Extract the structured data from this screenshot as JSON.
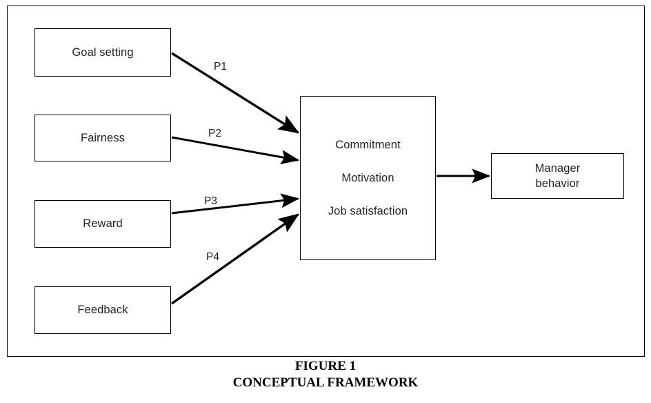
{
  "figure": {
    "caption_title": "FIGURE 1",
    "caption_subtitle": "CONCEPTUAL FRAMEWORK"
  },
  "diagram": {
    "type": "conceptual-framework",
    "antecedents": [
      {
        "id": "goal-setting",
        "label": "Goal setting"
      },
      {
        "id": "fairness",
        "label": "Fairness"
      },
      {
        "id": "reward",
        "label": "Reward"
      },
      {
        "id": "feedback",
        "label": "Feedback"
      }
    ],
    "mediators": {
      "lines": [
        "Commitment",
        "Motivation",
        "Job satisfaction"
      ]
    },
    "outcome": {
      "id": "manager-behavior",
      "label": "Manager\nbehavior"
    },
    "propositions": [
      {
        "id": "p1",
        "label": "P1",
        "from": "goal-setting",
        "to": "mediators"
      },
      {
        "id": "p2",
        "label": "P2",
        "from": "fairness",
        "to": "mediators"
      },
      {
        "id": "p3",
        "label": "P3",
        "from": "reward",
        "to": "mediators"
      },
      {
        "id": "p4",
        "label": "P4",
        "from": "feedback",
        "to": "mediators"
      }
    ],
    "colors": {
      "stroke": "#000000",
      "text": "#231f20",
      "background": "#ffffff"
    }
  }
}
